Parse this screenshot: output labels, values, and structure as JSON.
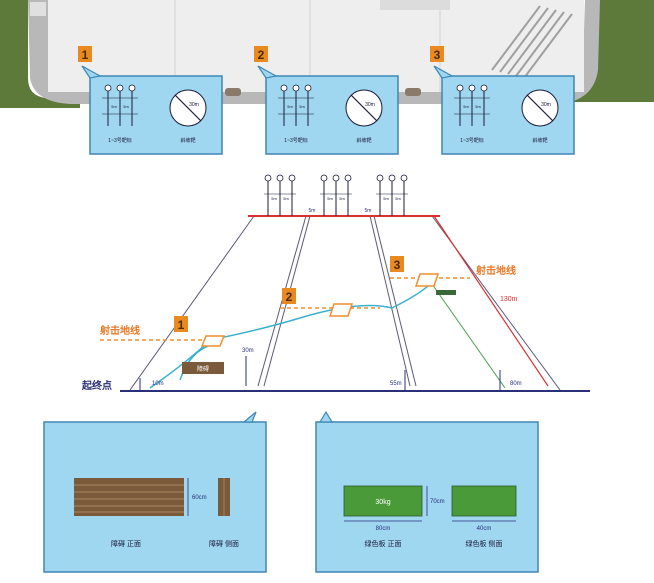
{
  "top_panels": [
    {
      "number": "1",
      "left_caption": "1~3号靶标",
      "right_caption": "斜坡靶",
      "post_label": "5m",
      "circle_label": "30m"
    },
    {
      "number": "2",
      "left_caption": "1~3号靶标",
      "right_caption": "斜坡靶",
      "post_label": "5m",
      "circle_label": "30m"
    },
    {
      "number": "3",
      "left_caption": "1~3号靶标",
      "right_caption": "斜坡靶",
      "post_label": "5m",
      "circle_label": "30m"
    }
  ],
  "main_diagram": {
    "top_post_labels": [
      "5m",
      "5m",
      "5m",
      "5m",
      "5m",
      "5m"
    ],
    "top_gap_labels": [
      "5m",
      "5m"
    ],
    "stations": [
      {
        "number": "1",
        "label": "射击地线"
      },
      {
        "number": "2"
      },
      {
        "number": "3",
        "label": "射击地线"
      }
    ],
    "start_label": "起终点",
    "distance_labels": [
      "10m",
      "30m",
      "55m",
      "80m",
      "130m"
    ],
    "obstacle_label": "障碍"
  },
  "bottom_panels": [
    {
      "rect_label": "60cm",
      "captions": [
        "障碍 正面",
        "障碍 侧面"
      ]
    },
    {
      "rect_label": "30kg",
      "height_label": "70cm",
      "width_labels": [
        "80cm",
        "40cm"
      ],
      "captions": [
        "绿色板 正面",
        "绿色板 侧面"
      ]
    }
  ],
  "colors": {
    "panel_blue": "#9fd6f0",
    "panel_border": "#3e87b6",
    "badge_orange": "#e88a1f",
    "road_green": "#5d7a3a",
    "road_gray": "#b8b8b8",
    "plank_brown": "#7a5a3a",
    "plate_green": "#4a9a3a",
    "red_line": "#d93030",
    "dash_orange": "#ef8f2f",
    "navy": "#2a2f7a",
    "cyan_path": "#3ab0d0"
  }
}
